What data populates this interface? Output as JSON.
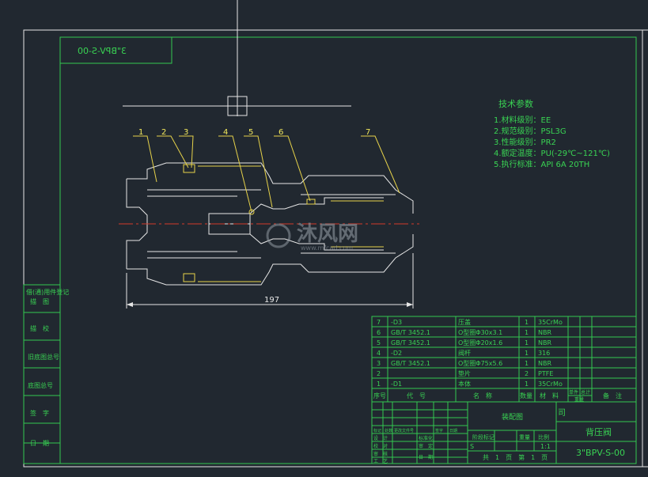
{
  "drawing": {
    "mirrored_code": "3\"BPV-S-00",
    "dimension_label": "197",
    "callouts": [
      "1",
      "2",
      "3",
      "4",
      "5",
      "6",
      "7"
    ]
  },
  "tech_params": {
    "title": "技术参数",
    "lines": [
      "1.材料级别：EE",
      "2.规范级别：PSL3G",
      "3.性能级别：PR2",
      "4.额定温度：PU(-29℃~121℃)",
      "5.执行标准：API 6A 20TH"
    ]
  },
  "left_strip": {
    "labels": [
      "借(通)用件登记",
      "描　图",
      "描　校",
      "旧底图总号",
      "底图总号",
      "签　字",
      "日　期"
    ]
  },
  "bom": {
    "rows": [
      {
        "no": "7",
        "code": "-D3",
        "name": "压盖",
        "qty": "1",
        "material": "35CrMo"
      },
      {
        "no": "6",
        "code": "GB/T 3452.1",
        "name": "O型圈Φ30x3.1",
        "qty": "1",
        "material": "NBR"
      },
      {
        "no": "5",
        "code": "GB/T 3452.1",
        "name": "O型圈Φ20x1.6",
        "qty": "1",
        "material": "NBR"
      },
      {
        "no": "4",
        "code": "-D2",
        "name": "阀杆",
        "qty": "1",
        "material": "316"
      },
      {
        "no": "3",
        "code": "GB/T 3452.1",
        "name": "O型圈Φ75x5.6",
        "qty": "1",
        "material": "NBR"
      },
      {
        "no": "2",
        "code": "",
        "name": "垫片",
        "qty": "2",
        "material": "PTFE"
      },
      {
        "no": "1",
        "code": "-D1",
        "name": "本体",
        "qty": "1",
        "material": "35CrMo"
      }
    ],
    "header": {
      "no": "序号",
      "code": "代　号",
      "name": "名　称",
      "qty": "数量",
      "material": "材　料",
      "unit_w": "单件",
      "total_w": "总计",
      "weight": "重量",
      "remark": "备　注"
    }
  },
  "title_block": {
    "part_name": "背压阀",
    "drawing_no": "3\"BPV-S-00",
    "company_fragment": "司",
    "assembly_label": "装配图",
    "stage_label": "阶段标记",
    "weight_label": "重量",
    "scale_label": "比例",
    "stage_value": "S",
    "scale_value": "1:1",
    "sheet_text": "共　1　页　第　1　页",
    "rev_headers": [
      "标记",
      "处数",
      "更改文件号",
      "签字",
      "日期"
    ],
    "role_labels": [
      "设　计",
      "校　对",
      "审　核",
      "工　艺"
    ],
    "mid_labels": [
      "标准化",
      "审　定",
      "日　期"
    ]
  },
  "watermark": {
    "brand": "沐风网",
    "url": "www.mfcad.com"
  }
}
